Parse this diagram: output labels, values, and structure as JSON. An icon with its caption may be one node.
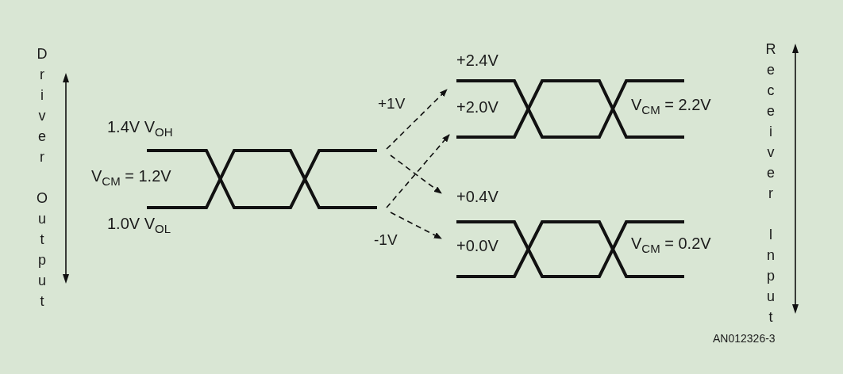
{
  "diagram": {
    "nodes": [
      {
        "text": [
          "1.4V V$_{OH}$",
          "V$_{CM}$ = 1.2V",
          "1.0V V$_{OL}$"
        ]
      },
      {
        "text": [
          "+2.4V",
          "+2.0V",
          "V$_{CM}$ = 2.2V"
        ]
      },
      {
        "text": [
          "+0.4V",
          "+0.0V",
          "V$_{CM}$ = 0.2V"
        ]
      }
    ],
    "edges": [
      {
        "from": 0,
        "to": 1,
        "arrow": "to",
        "label": "+1V",
        "style": "dashed"
      },
      {
        "from": 0,
        "to": 2,
        "arrow": "to",
        "style": "dashed"
      },
      {
        "from": 0,
        "to": 1,
        "arrow": "to",
        "style": "dashed"
      },
      {
        "from": 0,
        "to": 2,
        "arrow": "to",
        "label": "-1V",
        "style": "dashed"
      }
    ],
    "labels": [
      "Driver Output",
      "Receiver Input",
      "AN012326-3"
    ]
  }
}
